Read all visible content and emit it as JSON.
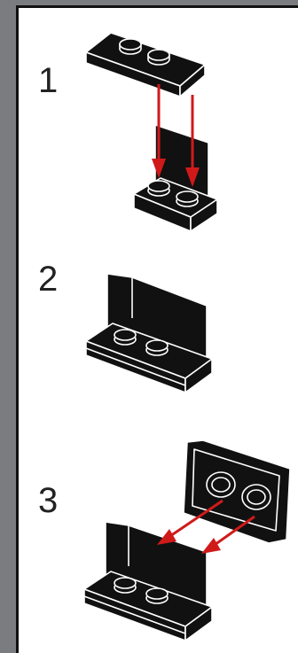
{
  "steps": [
    {
      "number": "1",
      "icon": "plate-onto-bracket-icon"
    },
    {
      "number": "2",
      "icon": "assembled-bracket-icon"
    },
    {
      "number": "3",
      "icon": "tile-onto-bracket-icon"
    }
  ],
  "colors": {
    "brick": "#111111",
    "outline": "#ffffff",
    "arrow": "#d01a1a",
    "frame": "#7b7c7f"
  }
}
